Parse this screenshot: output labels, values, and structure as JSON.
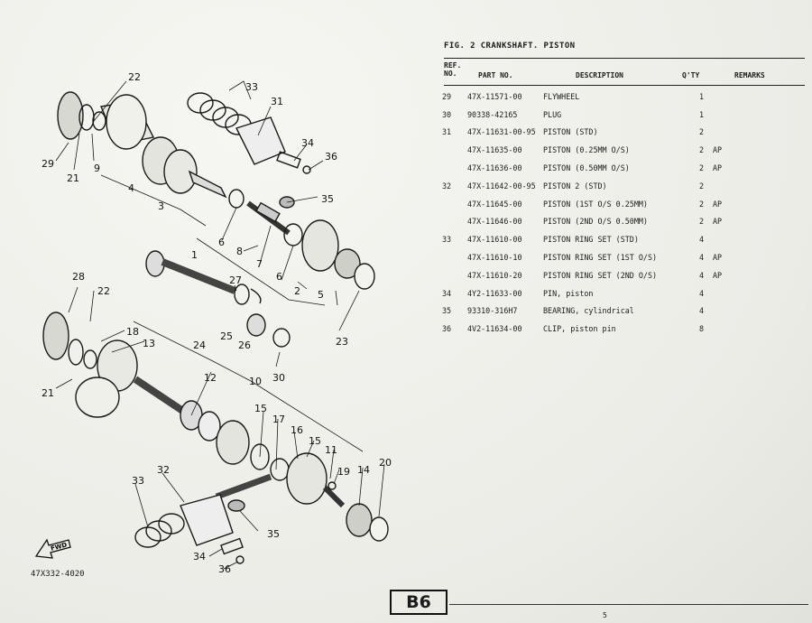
{
  "figure": {
    "title": "FIG. 2 CRANKSHAFT. PISTON"
  },
  "table": {
    "headers": {
      "ref_line1": "REF.",
      "ref_line2": "NO.",
      "part_no": "PART NO.",
      "description": "DESCRIPTION",
      "qty": "Q'TY",
      "remarks": "REMARKS"
    },
    "rows": [
      {
        "ref": "29",
        "part": "47X-11571-00",
        "desc": "FLYWHEEL",
        "qty": "1",
        "remarks": ""
      },
      {
        "ref": "30",
        "part": "90338-42165",
        "desc": "PLUG",
        "qty": "1",
        "remarks": ""
      },
      {
        "ref": "31",
        "part": "47X-11631-00-95",
        "desc": "PISTON (STD)",
        "qty": "2",
        "remarks": ""
      },
      {
        "ref": "",
        "part": "47X-11635-00",
        "desc": "PISTON (0.25MM O/S)",
        "qty": "2",
        "remarks": "AP"
      },
      {
        "ref": "",
        "part": "47X-11636-00",
        "desc": "PISTON (0.50MM O/S)",
        "qty": "2",
        "remarks": "AP"
      },
      {
        "ref": "32",
        "part": "47X-11642-00-95",
        "desc": "PISTON 2 (STD)",
        "qty": "2",
        "remarks": ""
      },
      {
        "ref": "",
        "part": "47X-11645-00",
        "desc": "PISTON (1ST O/S 0.25MM)",
        "qty": "2",
        "remarks": "AP"
      },
      {
        "ref": "",
        "part": "47X-11646-00",
        "desc": "PISTON (2ND O/S 0.50MM)",
        "qty": "2",
        "remarks": "AP"
      },
      {
        "ref": "33",
        "part": "47X-11610-00",
        "desc": "PISTON RING SET (STD)",
        "qty": "4",
        "remarks": ""
      },
      {
        "ref": "",
        "part": "47X-11610-10",
        "desc": "PISTON RING SET (1ST O/S)",
        "qty": "4",
        "remarks": "AP"
      },
      {
        "ref": "",
        "part": "47X-11610-20",
        "desc": "PISTON RING SET (2ND O/S)",
        "qty": "4",
        "remarks": "AP"
      },
      {
        "ref": "34",
        "part": "4Y2-11633-00",
        "desc": "PIN, piston",
        "qty": "4",
        "remarks": ""
      },
      {
        "ref": "35",
        "part": "93310-316H7",
        "desc": "BEARING, cylindrical",
        "qty": "4",
        "remarks": ""
      },
      {
        "ref": "36",
        "part": "4V2-11634-00",
        "desc": "CLIP, piston pin",
        "qty": "8",
        "remarks": ""
      }
    ]
  },
  "diagram": {
    "callouts": [
      "22",
      "33",
      "31",
      "29",
      "21",
      "9",
      "34",
      "36",
      "4",
      "3",
      "35",
      "6",
      "8",
      "1",
      "7",
      "28",
      "27",
      "22",
      "2",
      "5",
      "6",
      "23",
      "18",
      "13",
      "25",
      "26",
      "24",
      "30",
      "12",
      "10",
      "21",
      "15",
      "17",
      "16",
      "15",
      "11",
      "19",
      "14",
      "20",
      "33",
      "32",
      "35",
      "34",
      "36"
    ],
    "fwd_label": "FWD"
  },
  "catalog_no": "47X332-4020",
  "page_box": "B6",
  "page_number": "5"
}
